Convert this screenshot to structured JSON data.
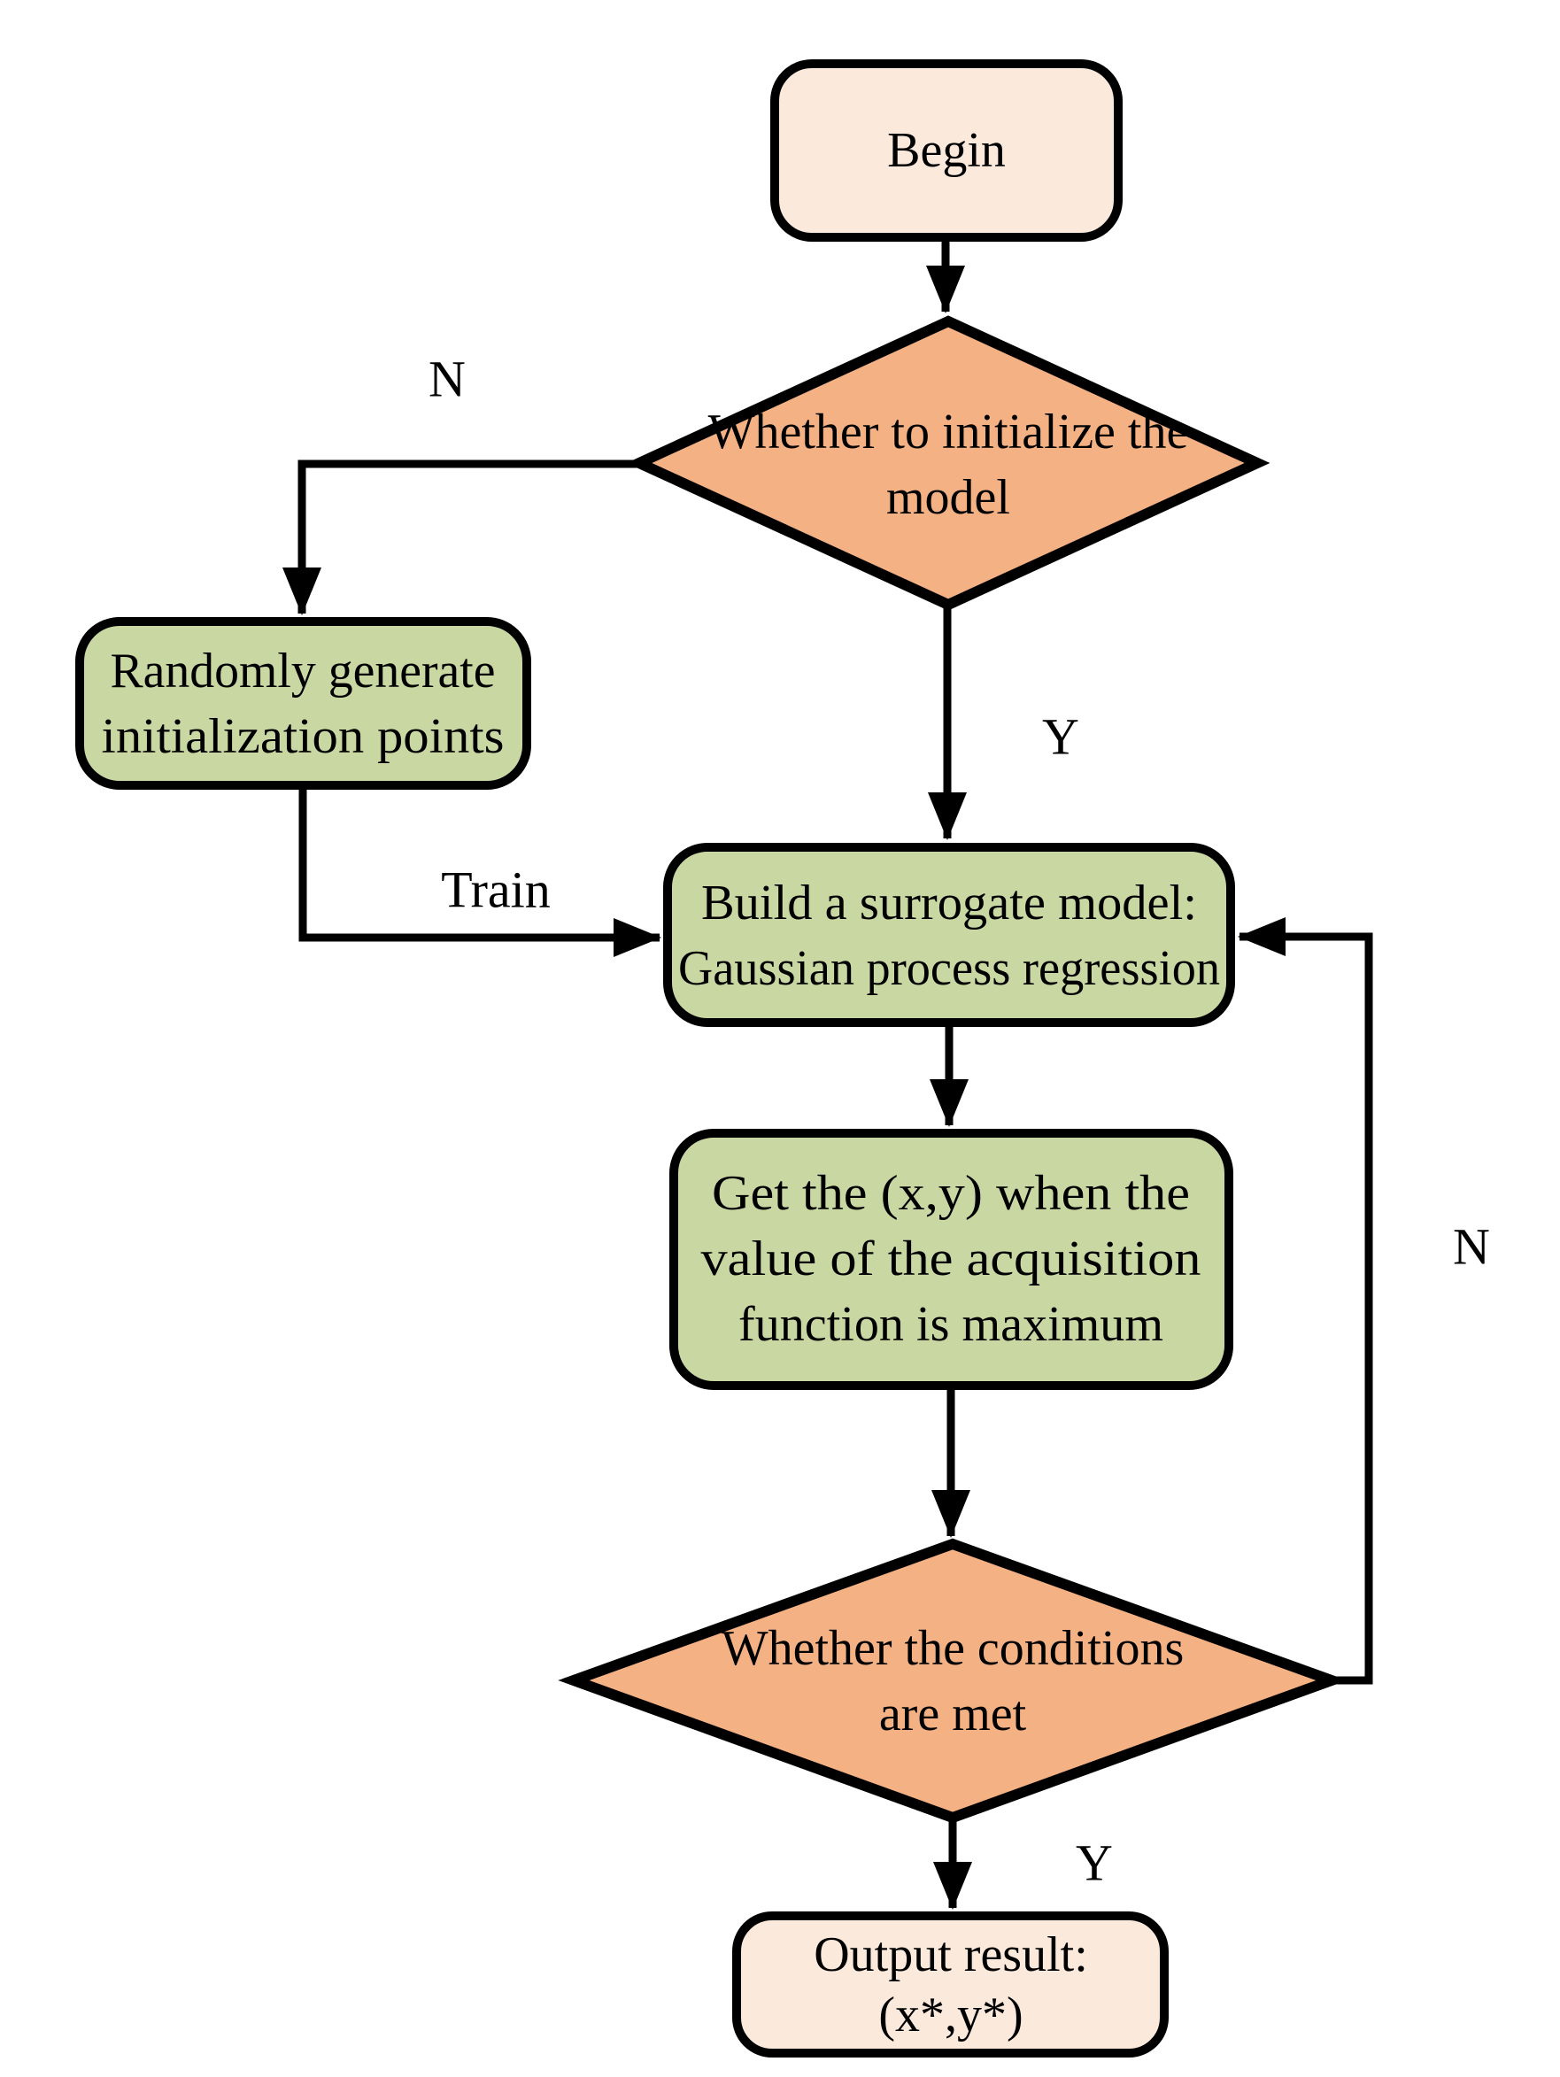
{
  "diagram": {
    "type": "flowchart",
    "background": "#ffffff",
    "colors": {
      "terminal_fill": "#FBE9DC",
      "process_fill": "#C9D8A3",
      "decision_fill": "#F4B183",
      "line": "#000000",
      "text": "#000000"
    },
    "nodes": {
      "begin": {
        "kind": "terminal",
        "lines": [
          "Begin"
        ]
      },
      "init_decision": {
        "kind": "decision",
        "lines": [
          "Whether to initialize the",
          "model"
        ]
      },
      "random_points": {
        "kind": "process",
        "lines": [
          "Randomly generate",
          "initialization points"
        ]
      },
      "surrogate": {
        "kind": "process",
        "lines": [
          "Build a surrogate model:",
          "Gaussian process regression"
        ]
      },
      "acquisition": {
        "kind": "process",
        "lines": [
          "Get the (x,y) when the",
          "value of the acquisition",
          "function is maximum"
        ]
      },
      "condition_decision": {
        "kind": "decision",
        "lines": [
          "Whether the conditions",
          "are met"
        ]
      },
      "output": {
        "kind": "terminal",
        "lines": [
          "Output result:",
          "(x*,y*)"
        ]
      }
    },
    "edge_labels": {
      "init_no": "N",
      "init_yes": "Y",
      "train": "Train",
      "condition_no": "N",
      "condition_yes": "Y"
    }
  }
}
